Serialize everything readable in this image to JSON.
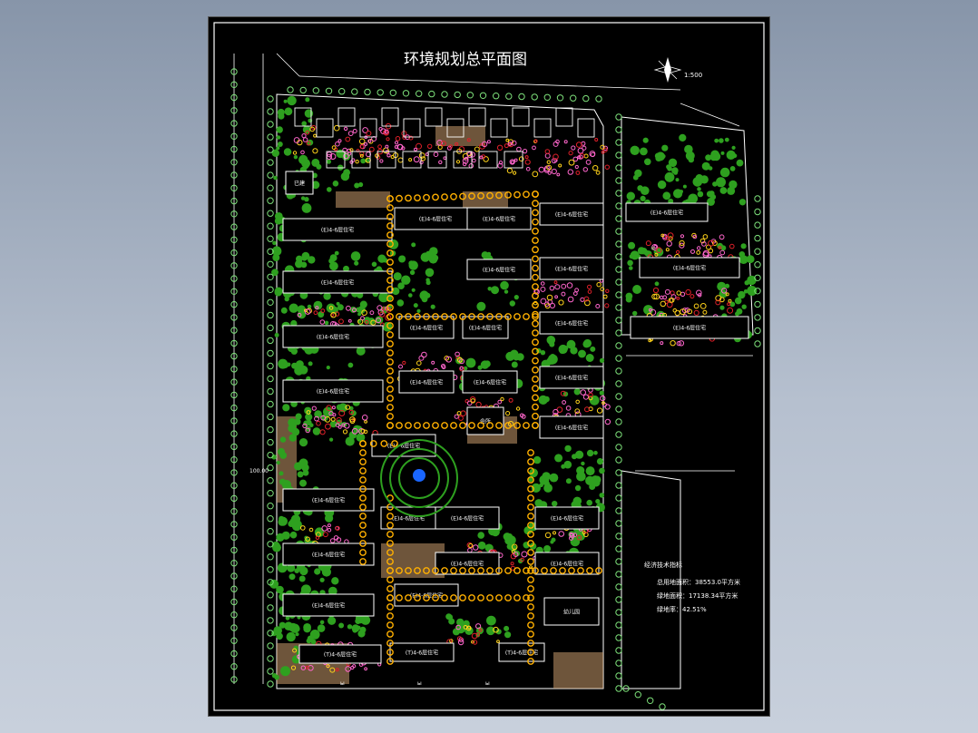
{
  "drawing": {
    "title": "环境规划总平面图",
    "north_label": "1:500",
    "road_label_left": "100.00",
    "bottom_labels": [
      "ы",
      "ы",
      "ы"
    ]
  },
  "legend": {
    "heading": "经济技术指标",
    "rows": [
      "总用地面积：38553.0平方米",
      "绿地面积：17138.34平方米",
      "绿地率：42.51%"
    ]
  },
  "building_labels": {
    "standard": "(E)4-6层住宅",
    "low": "(T)4-6层住宅",
    "small": "已建",
    "club": "会所",
    "school": "幼儿园"
  },
  "colors": {
    "background_top": "#8795a9",
    "background_bottom": "#c8d0dc",
    "sheet": "#000000",
    "lines": "#ffffff",
    "trees_green": "#2ea01f",
    "flowers_pink": "#ff66cc",
    "flowers_red": "#e0202a",
    "road_trees": "#ffb000",
    "paving": "#c99a6b",
    "fountain": "#1a66ff"
  },
  "icons": [
    "north-arrow-icon",
    "tree-symbol-icon",
    "fountain-icon"
  ]
}
